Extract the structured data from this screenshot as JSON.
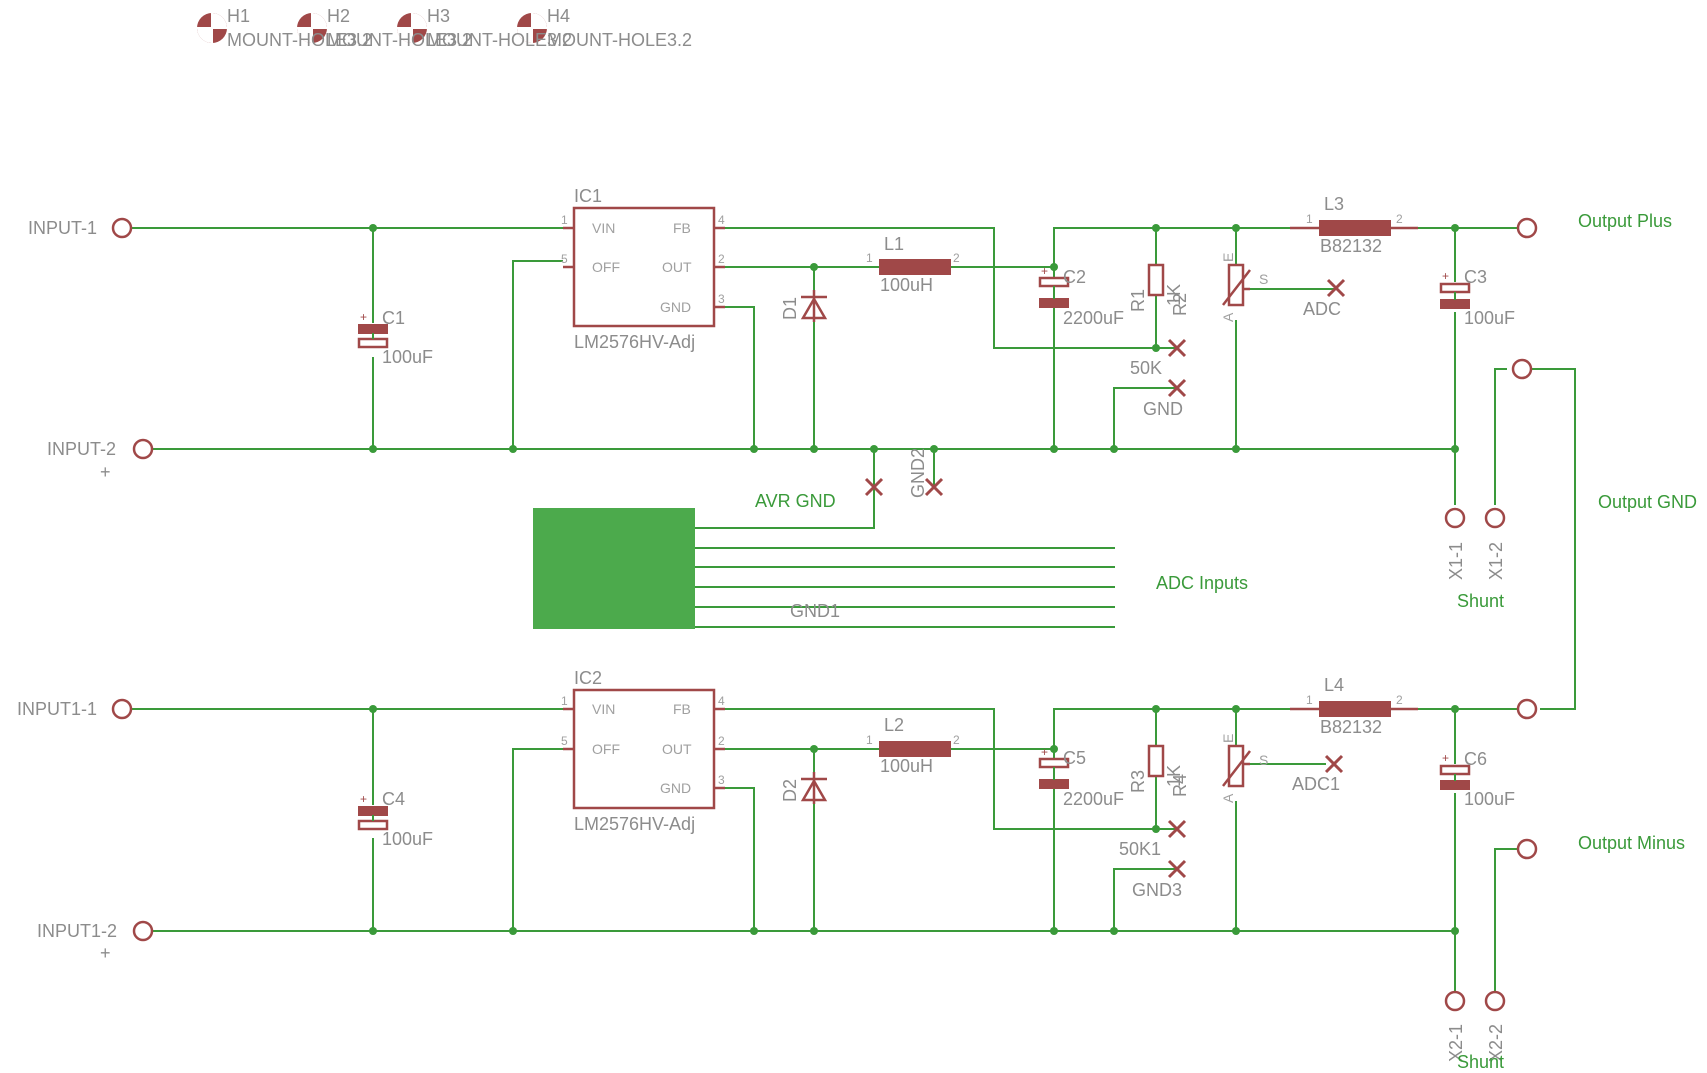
{
  "mount_holes": [
    {
      "name": "H1",
      "value": "MOUNT-HOLE3.2"
    },
    {
      "name": "H2",
      "value": "MOUNT-HOLE3.2"
    },
    {
      "name": "H3",
      "value": "MOUNT-HOLE3.2"
    },
    {
      "name": "H4",
      "value": "MOUNT-HOLE3.2"
    }
  ],
  "connectors": {
    "input_1": "INPUT-1",
    "input_2": "INPUT-2",
    "input_2_plus": "+",
    "input1_1": "INPUT1-1",
    "input1_2": "INPUT1-2",
    "input1_2_plus": "+",
    "x1_1": "X1-1",
    "x1_2": "X1-2",
    "x2_1": "X2-1",
    "x2_2": "X2-2"
  },
  "ic1": {
    "name": "IC1",
    "value": "LM2576HV-Adj",
    "pins": {
      "vin": "VIN",
      "off": "OFF",
      "fb": "FB",
      "out": "OUT",
      "gnd": "GND"
    },
    "pin_numbers": {
      "vin": "1",
      "off": "5",
      "fb": "4",
      "out": "2",
      "gnd": "3"
    }
  },
  "ic2": {
    "name": "IC2",
    "value": "LM2576HV-Adj",
    "pins": {
      "vin": "VIN",
      "off": "OFF",
      "fb": "FB",
      "out": "OUT",
      "gnd": "GND"
    },
    "pin_numbers": {
      "vin": "1",
      "off": "5",
      "fb": "4",
      "out": "2",
      "gnd": "3"
    }
  },
  "capacitors": {
    "c1": {
      "name": "C1",
      "value": "100uF"
    },
    "c2": {
      "name": "C2",
      "value": "2200uF"
    },
    "c3": {
      "name": "C3",
      "value": "100uF"
    },
    "c4": {
      "name": "C4",
      "value": "100uF"
    },
    "c5": {
      "name": "C5",
      "value": "2200uF"
    },
    "c6": {
      "name": "C6",
      "value": "100uF"
    }
  },
  "inductors": {
    "l1": {
      "name": "L1",
      "value": "100uH",
      "p1": "1",
      "p2": "2"
    },
    "l2": {
      "name": "L2",
      "value": "100uH",
      "p1": "1",
      "p2": "2"
    },
    "l3": {
      "name": "L3",
      "value": "B82132",
      "p1": "1",
      "p2": "2"
    },
    "l4": {
      "name": "L4",
      "value": "B82132",
      "p1": "1",
      "p2": "2"
    }
  },
  "diodes": {
    "d1": "D1",
    "d2": "D2"
  },
  "resistors": {
    "r1": "R1",
    "r1_val": "1K",
    "r2": "R2",
    "r3": "R3",
    "r3_val": "1K",
    "r4": "R4"
  },
  "pot_pins": {
    "e": "E",
    "a": "A",
    "s": "S"
  },
  "net_labels": {
    "adc": "ADC",
    "adc1": "ADC1",
    "k50": "50K",
    "k50_1": "50K1",
    "gnd": "GND",
    "gnd3": "GND3",
    "gnd2": "GND2",
    "gnd1": "GND1",
    "avr_gnd": "AVR GND",
    "adc_inputs": "ADC Inputs",
    "output_plus": "Output Plus",
    "output_gnd": "Output GND",
    "output_minus": "Output Minus",
    "shunt_1": "Shunt",
    "shunt_2": "Shunt"
  },
  "colors": {
    "wire": "#3a9a3a",
    "part": "#a04848",
    "text": "#8c8c8c",
    "block": "#4caa4c"
  }
}
